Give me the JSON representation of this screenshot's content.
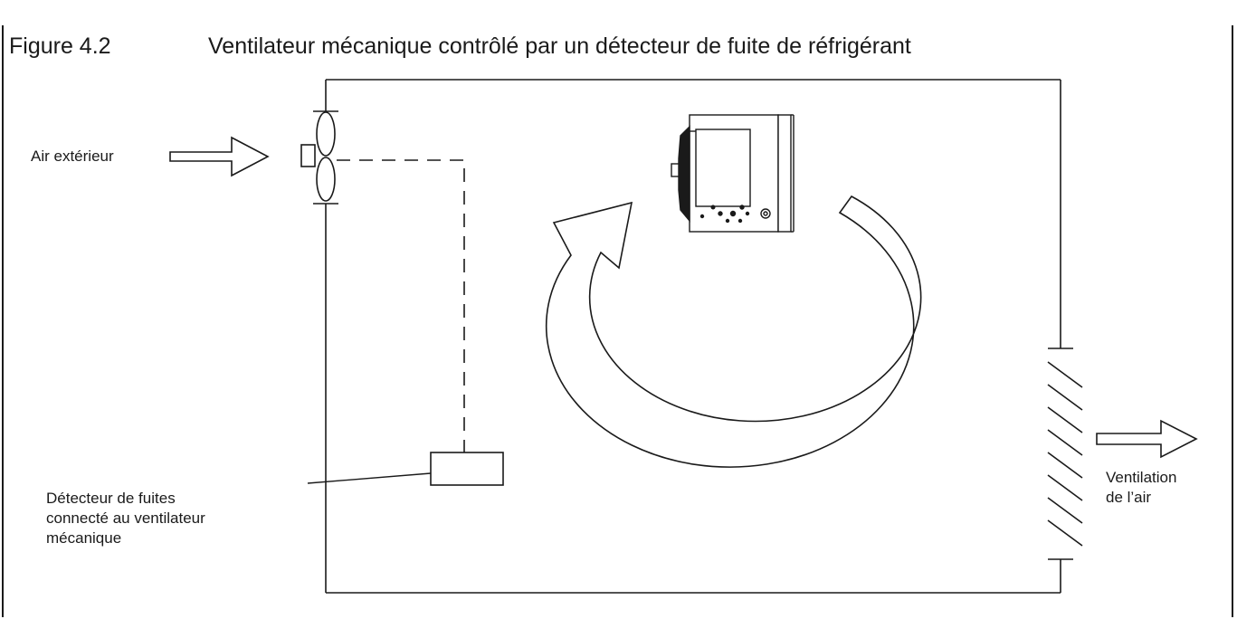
{
  "figure": {
    "number": "Figure 4.2",
    "title": "Ventilateur mécanique contrôlé par un détecteur de fuite de réfrigérant"
  },
  "labels": {
    "outdoor_air": "Air extérieur",
    "detector_line1": "Détecteur de fuites",
    "detector_line2": "connecté au ventilateur",
    "detector_line3": "mécanique",
    "exhaust_line1": "Ventilation",
    "exhaust_line2": "de l’air"
  },
  "colors": {
    "line": "#1a1a1a",
    "background": "#ffffff"
  }
}
